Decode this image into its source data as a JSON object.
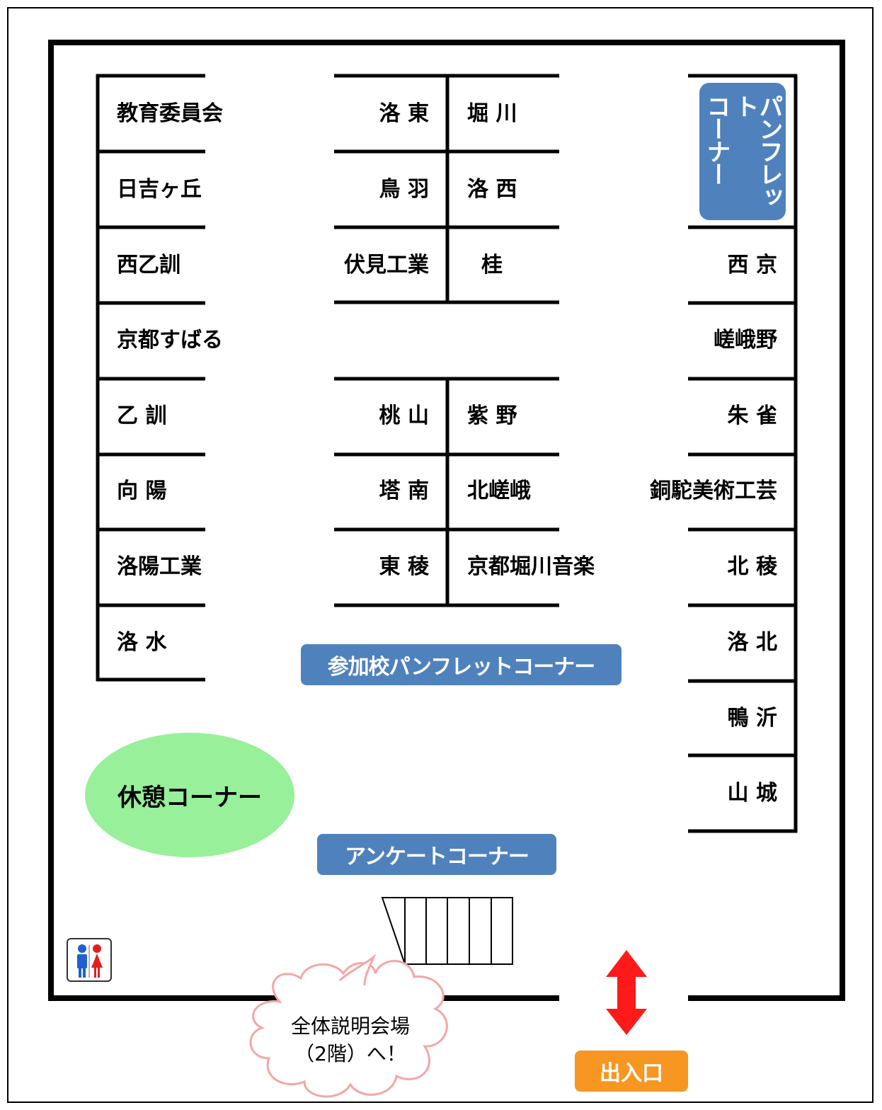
{
  "booths_left": [
    "教育委員会",
    "日吉ヶ丘",
    "西乙訓",
    "京都すばる",
    "乙 訓",
    "向 陽",
    "洛陽工業",
    "洛 水"
  ],
  "booths_center_top_left": [
    "洛 東",
    "鳥 羽",
    "伏見工業"
  ],
  "booths_center_top_right": [
    "堀 川",
    "洛 西",
    "桂"
  ],
  "booths_center_bottom_left": [
    "桃 山",
    "塔 南",
    "東 稜"
  ],
  "booths_center_bottom_right": [
    "紫 野",
    "北嵯峨",
    "京都堀川音楽"
  ],
  "booths_right": [
    "西 京",
    "嵯峨野",
    "朱 雀",
    "銅駝美術工芸",
    "北 稜",
    "洛 北",
    "鴨 沂",
    "山 城"
  ],
  "pamphlet_corner_vertical": [
    "パンフレット",
    "コーナー"
  ],
  "school_pamphlet_corner": "参加校パンフレットコーナー",
  "rest_corner": "休憩コーナー",
  "survey_corner": "アンケートコーナー",
  "cloud_text_line1": "全体説明会場",
  "cloud_text_line2": "（2階）へ！",
  "entrance_label": "出入口",
  "colors": {
    "corner_blue": "#4f81bd",
    "rest_green": "#98f09a",
    "exit_orange": "#f79621",
    "arrow_red": "#ff1a1a",
    "cloud_pink": "#f4a6a6"
  },
  "icons": [
    "restroom-icon",
    "double-arrow-icon",
    "staircase-icon"
  ]
}
